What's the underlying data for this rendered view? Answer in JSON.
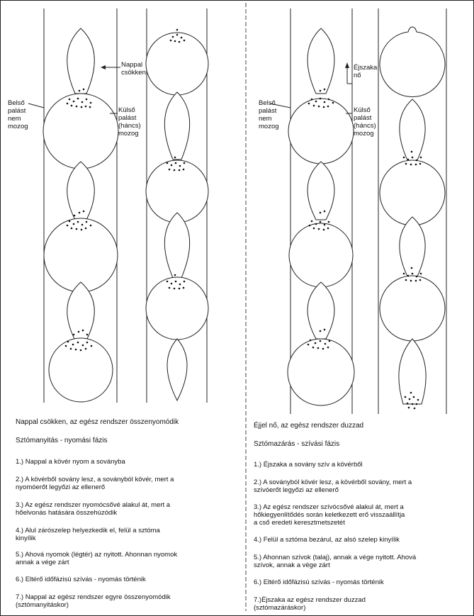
{
  "left": {
    "annotations": {
      "nappal": [
        "Nappal",
        "csökken"
      ],
      "belso": [
        "Belső",
        "palást",
        "nem",
        "mozog"
      ],
      "kulso": [
        "Külső",
        "palást",
        "(háncs)",
        "mozog"
      ]
    },
    "heading": "Nappal csökken, az egész rendszer összenyomódik",
    "subheading": "Sztómanyitás - nyomási fázis",
    "steps": [
      [
        "1.) Nappal a kövér nyom a soványba"
      ],
      [
        "2.) A kövérből sovány lesz, a soványból kövér, mert a",
        "nyomóerőt legyőzi az ellenerő"
      ],
      [
        "3.) Az egész rendszer nyomócsővé alakul át, mert a",
        "hőelvonás hatására összehúzódik"
      ],
      [
        "4.) Alul zárószelep helyezkedik el, felül a sztóma",
        "kinyílik"
      ],
      [
        "5.) Ahová nyomok (légtér) az nyitott. Ahonnan nyomok",
        "annak a vége zárt"
      ],
      [
        "6.) Eltérő időfázisú szívás - nyomás történik"
      ],
      [
        "7.) Nappal az egész rendszer egyre összenyomódik",
        "(sztómanyitáskor)"
      ]
    ]
  },
  "right": {
    "annotations": {
      "ejszaka": [
        "Éjszaka",
        "nő"
      ],
      "belso": [
        "Belső",
        "palást",
        "nem",
        "mozog"
      ],
      "kulso": [
        "Külső",
        "palást",
        "(háncs)",
        "mozog"
      ]
    },
    "heading": "Éjjel nő, az egész rendszer duzzad",
    "subheading": "Sztómazárás - szívási fázis",
    "steps": [
      [
        "1.) Éjszaka a sovány szív a kövérből"
      ],
      [
        "2.) A soványból kövér lesz, a kövérből sovány, mert a",
        "szívóerőt legyőzi az ellenerő"
      ],
      [
        "3.) Az egész rendszer szívócsővé alakul át, mert a",
        "hőkiegyenlítődés során keletkezett erő visszaállítja",
        "a cső eredeti keresztmetszetét"
      ],
      [
        "4.) Felül a sztóma bezárul, az alsó szelep kinyílik"
      ],
      [
        "5.) Ahonnan szívok (talaj), annak a vége nyitott. Ahová",
        "szívok, annak a vége zárt"
      ],
      [
        "6.) Eltérő időfázisú szívás - nyomás történik"
      ],
      [
        "7.)Éjszaka az egész rendszer duzzad",
        "(sztómazáráskor)"
      ]
    ]
  }
}
